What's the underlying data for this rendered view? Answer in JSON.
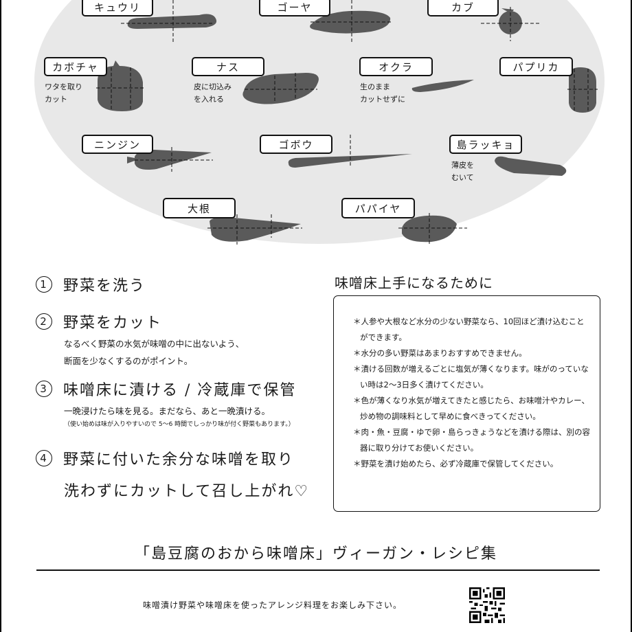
{
  "vegetables": [
    {
      "id": "kyuuri",
      "name": "キュウリ"
    },
    {
      "id": "goya",
      "name": "ゴーヤ"
    },
    {
      "id": "kabu",
      "name": "カブ"
    },
    {
      "id": "kabocha",
      "name": "カボチャ",
      "note": [
        "ワタを取り",
        "カット"
      ]
    },
    {
      "id": "nasu",
      "name": "ナス",
      "note": [
        "皮に切込み",
        "を入れる"
      ]
    },
    {
      "id": "okura",
      "name": "オクラ",
      "note": [
        "生のまま",
        "カットせずに"
      ]
    },
    {
      "id": "papurika",
      "name": "パプリカ"
    },
    {
      "id": "ninjin",
      "name": "ニンジン"
    },
    {
      "id": "gobou",
      "name": "ゴボウ"
    },
    {
      "id": "shimarakkyo",
      "name": "島ラッキョ",
      "note": [
        "薄皮を",
        "むいて"
      ]
    },
    {
      "id": "daikon",
      "name": "大根"
    },
    {
      "id": "papaya",
      "name": "パパイヤ"
    }
  ],
  "steps": [
    {
      "num": "1",
      "title": "野菜を洗う"
    },
    {
      "num": "2",
      "title": "野菜をカット",
      "detail": [
        "なるべく野菜の水気が味噌の中に出ないよう、",
        "断面を少なくするのがポイント。"
      ]
    },
    {
      "num": "3",
      "title": "味噌床に漬ける / 冷蔵庫で保管",
      "detail": [
        "一晩浸けたら味を見る。まだなら、あと一晩漬ける。"
      ],
      "small": "（使い始めは味が入りやすいので 5～6 時間でしっかり味が付く野菜もあります。）"
    },
    {
      "num": "4",
      "title": "野菜に付いた余分な味噌を取り",
      "title2": "洗わずにカットして召し上がれ♡"
    }
  ],
  "tips": {
    "heading": "味噌床上手になるために",
    "items": [
      "＊人参や大根など水分の少ない野菜なら、10回ほど漬け込むことができます。",
      "＊水分の多い野菜はあまりおすすめできません。",
      "＊漬ける回数が増えるごとに塩気が薄くなります。味がのっていない時は2～3日多く漬けてください。",
      "＊色が薄くなり水気が増えてきたと感じたら、お味噌汁やカレー、炒め物の調味料として早めに食べきってください。",
      "＊肉・魚・豆腐・ゆで卵・島らっきょうなどを漬ける際は、別の容器に取り分けてお使いください。",
      "＊野菜を漬け始めたら、必ず冷蔵庫で保管してください。"
    ]
  },
  "collection_title": "「島豆腐のおから味噌床」ヴィーガン・レシピ集",
  "footer_text": "味噌漬け野菜や味噌床を使ったアレンジ料理をお楽しみ下さい。",
  "colors": {
    "veg": "#5a5a5a",
    "oval": "#e8e8e8"
  }
}
